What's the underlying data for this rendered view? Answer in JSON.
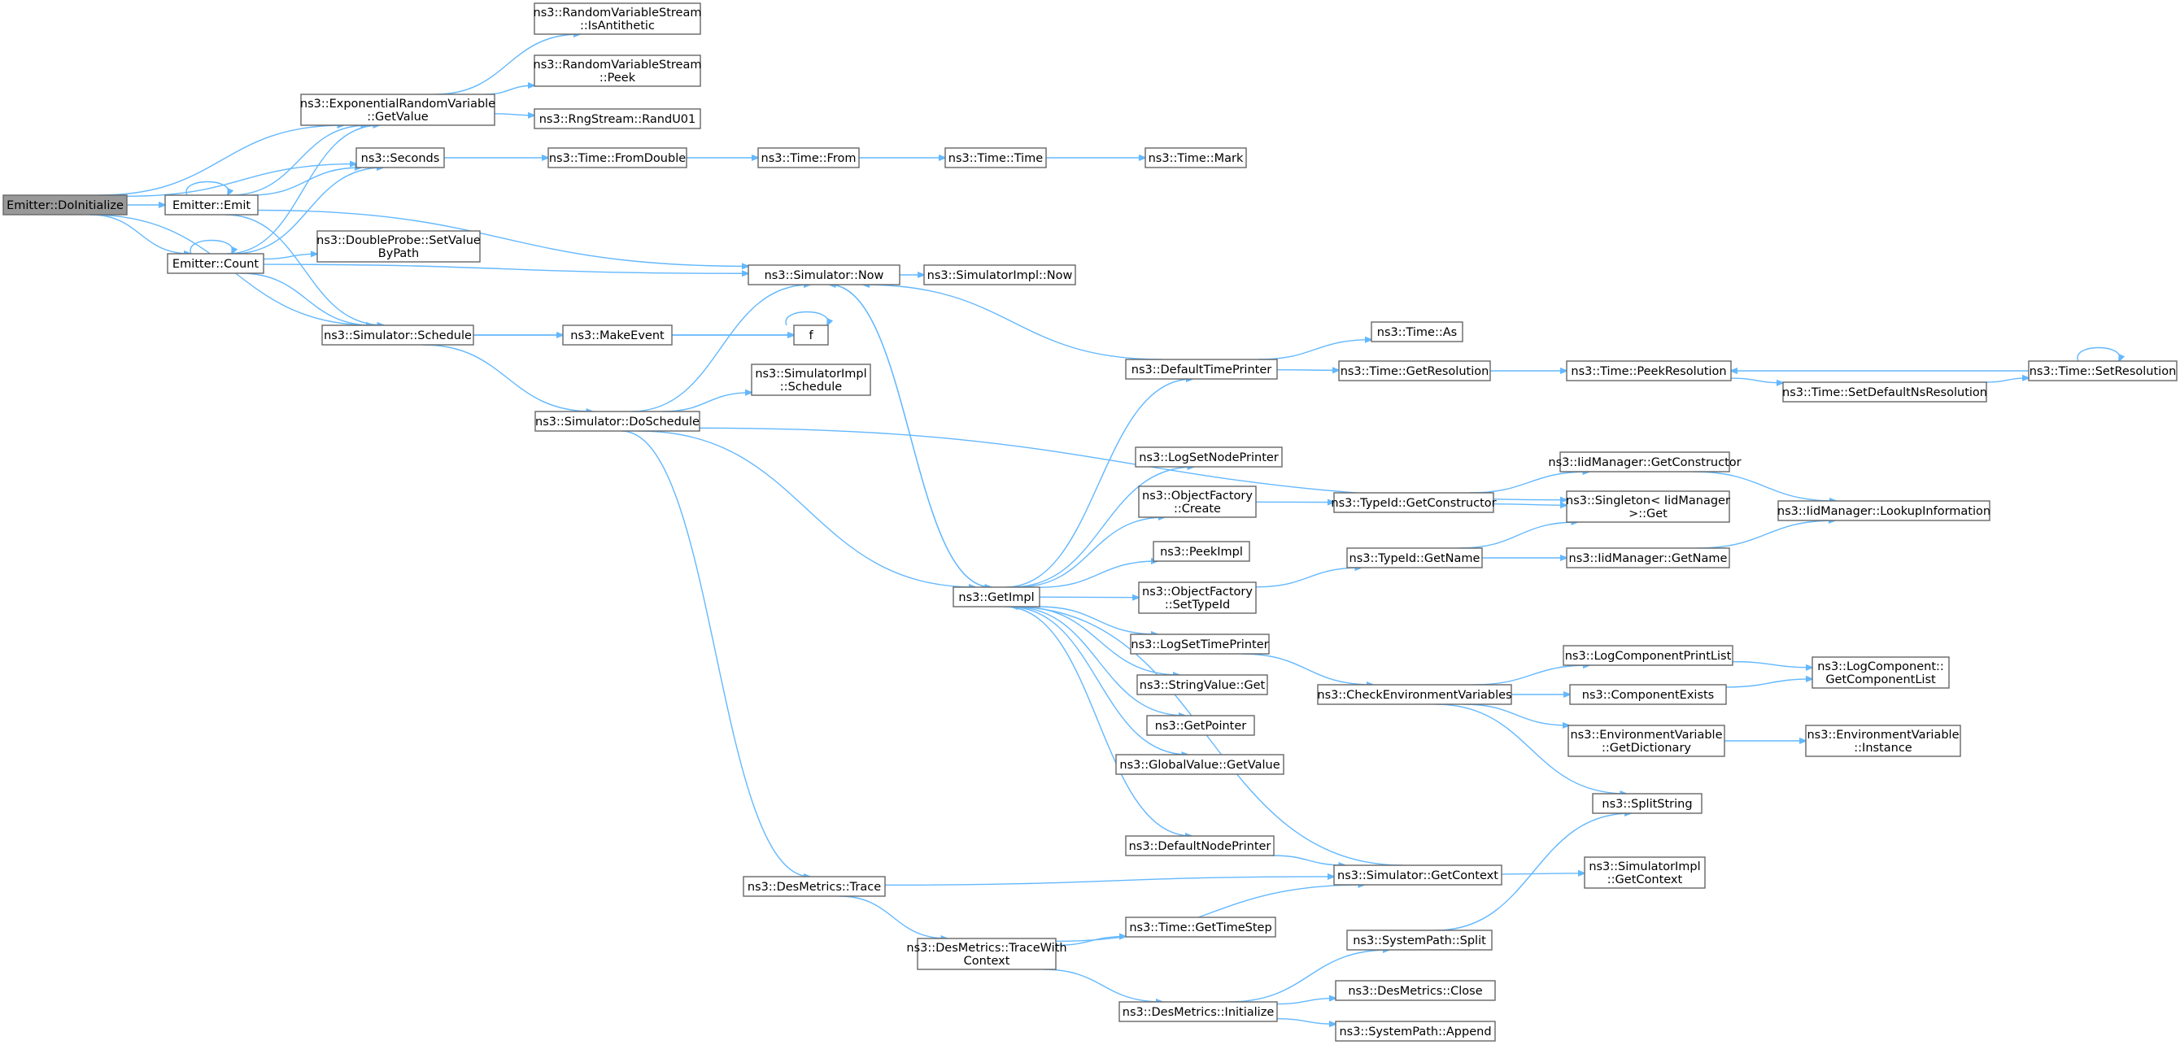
{
  "graph": {
    "nodes": [
      {
        "id": "root",
        "lines": [
          "Emitter::DoInitialize"
        ],
        "root": true
      },
      {
        "id": "erv_getvalue",
        "lines": [
          "ns3::ExponentialRandomVariable",
          "::GetValue"
        ]
      },
      {
        "id": "rvs_isanti",
        "lines": [
          "ns3::RandomVariableStream",
          "::IsAntithetic"
        ]
      },
      {
        "id": "rvs_peek",
        "lines": [
          "ns3::RandomVariableStream",
          "::Peek"
        ]
      },
      {
        "id": "rng_randu01",
        "lines": [
          "ns3::RngStream::RandU01"
        ]
      },
      {
        "id": "seconds",
        "lines": [
          "ns3::Seconds"
        ]
      },
      {
        "id": "time_fromdouble",
        "lines": [
          "ns3::Time::FromDouble"
        ]
      },
      {
        "id": "time_from",
        "lines": [
          "ns3::Time::From"
        ]
      },
      {
        "id": "time_time",
        "lines": [
          "ns3::Time::Time"
        ]
      },
      {
        "id": "time_mark",
        "lines": [
          "ns3::Time::Mark"
        ]
      },
      {
        "id": "emit",
        "lines": [
          "Emitter::Emit"
        ]
      },
      {
        "id": "count",
        "lines": [
          "Emitter::Count"
        ]
      },
      {
        "id": "dp_setvalue",
        "lines": [
          "ns3::DoubleProbe::SetValue",
          "ByPath"
        ]
      },
      {
        "id": "sim_now",
        "lines": [
          "ns3::Simulator::Now"
        ]
      },
      {
        "id": "simimpl_now",
        "lines": [
          "ns3::SimulatorImpl::Now"
        ]
      },
      {
        "id": "sim_schedule",
        "lines": [
          "ns3::Simulator::Schedule"
        ]
      },
      {
        "id": "makeevent",
        "lines": [
          "ns3::MakeEvent"
        ]
      },
      {
        "id": "f",
        "lines": [
          "f"
        ]
      },
      {
        "id": "simimpl_schedule",
        "lines": [
          "ns3::SimulatorImpl",
          "::Schedule"
        ]
      },
      {
        "id": "sim_doschedule",
        "lines": [
          "ns3::Simulator::DoSchedule"
        ]
      },
      {
        "id": "defaulttimeprinter",
        "lines": [
          "ns3::DefaultTimePrinter"
        ]
      },
      {
        "id": "time_as",
        "lines": [
          "ns3::Time::As"
        ]
      },
      {
        "id": "time_getres",
        "lines": [
          "ns3::Time::GetResolution"
        ]
      },
      {
        "id": "time_peekres",
        "lines": [
          "ns3::Time::PeekResolution"
        ]
      },
      {
        "id": "time_setres",
        "lines": [
          "ns3::Time::SetResolution"
        ]
      },
      {
        "id": "time_setdefns",
        "lines": [
          "ns3::Time::SetDefaultNsResolution"
        ]
      },
      {
        "id": "logsetnodeprinter",
        "lines": [
          "ns3::LogSetNodePrinter"
        ]
      },
      {
        "id": "iid_getconstructor",
        "lines": [
          "ns3::IidManager::GetConstructor"
        ]
      },
      {
        "id": "of_create",
        "lines": [
          "ns3::ObjectFactory",
          "::Create"
        ]
      },
      {
        "id": "typeid_getconstructor",
        "lines": [
          "ns3::TypeId::GetConstructor"
        ]
      },
      {
        "id": "singleton_get",
        "lines": [
          "ns3::Singleton< IidManager",
          ">::Get"
        ]
      },
      {
        "id": "iid_lookup",
        "lines": [
          "ns3::IidManager::LookupInformation"
        ]
      },
      {
        "id": "peekimpl",
        "lines": [
          "ns3::PeekImpl"
        ]
      },
      {
        "id": "getimpl",
        "lines": [
          "ns3::GetImpl"
        ]
      },
      {
        "id": "of_settypeid",
        "lines": [
          "ns3::ObjectFactory",
          "::SetTypeId"
        ]
      },
      {
        "id": "typeid_getname",
        "lines": [
          "ns3::TypeId::GetName"
        ]
      },
      {
        "id": "iid_getname",
        "lines": [
          "ns3::IidManager::GetName"
        ]
      },
      {
        "id": "logsettimeprinter",
        "lines": [
          "ns3::LogSetTimePrinter"
        ]
      },
      {
        "id": "logcompprintlist",
        "lines": [
          "ns3::LogComponentPrintList"
        ]
      },
      {
        "id": "logcomp_getlist",
        "lines": [
          "ns3::LogComponent::",
          "GetComponentList"
        ]
      },
      {
        "id": "stringvalue_get",
        "lines": [
          "ns3::StringValue::Get"
        ]
      },
      {
        "id": "checkenv",
        "lines": [
          "ns3::CheckEnvironmentVariables"
        ]
      },
      {
        "id": "componentexists",
        "lines": [
          "ns3::ComponentExists"
        ]
      },
      {
        "id": "getpointer",
        "lines": [
          "ns3::GetPointer"
        ]
      },
      {
        "id": "envvar_getdict",
        "lines": [
          "ns3::EnvironmentVariable",
          "::GetDictionary"
        ]
      },
      {
        "id": "envvar_instance",
        "lines": [
          "ns3::EnvironmentVariable",
          "::Instance"
        ]
      },
      {
        "id": "globalvalue_getvalue",
        "lines": [
          "ns3::GlobalValue::GetValue"
        ]
      },
      {
        "id": "splitstring",
        "lines": [
          "ns3::SplitString"
        ]
      },
      {
        "id": "defaultnodeprinter",
        "lines": [
          "ns3::DefaultNodePrinter"
        ]
      },
      {
        "id": "sim_getcontext",
        "lines": [
          "ns3::Simulator::GetContext"
        ]
      },
      {
        "id": "simimpl_getcontext",
        "lines": [
          "ns3::SimulatorImpl",
          "::GetContext"
        ]
      },
      {
        "id": "desmetrics_trace",
        "lines": [
          "ns3::DesMetrics::Trace"
        ]
      },
      {
        "id": "time_gettimestep",
        "lines": [
          "ns3::Time::GetTimeStep"
        ]
      },
      {
        "id": "desmetrics_tracewith",
        "lines": [
          "ns3::DesMetrics::TraceWith",
          "Context"
        ]
      },
      {
        "id": "systempath_split",
        "lines": [
          "ns3::SystemPath::Split"
        ]
      },
      {
        "id": "desmetrics_init",
        "lines": [
          "ns3::DesMetrics::Initialize"
        ]
      },
      {
        "id": "desmetrics_close",
        "lines": [
          "ns3::DesMetrics::Close"
        ]
      },
      {
        "id": "systempath_append",
        "lines": [
          "ns3::SystemPath::Append"
        ]
      }
    ],
    "edges": [
      [
        "root",
        "erv_getvalue"
      ],
      [
        "root",
        "seconds"
      ],
      [
        "root",
        "emit"
      ],
      [
        "root",
        "count"
      ],
      [
        "root",
        "sim_schedule"
      ],
      [
        "erv_getvalue",
        "rvs_isanti"
      ],
      [
        "erv_getvalue",
        "rvs_peek"
      ],
      [
        "erv_getvalue",
        "rng_randu01"
      ],
      [
        "seconds",
        "time_fromdouble"
      ],
      [
        "time_fromdouble",
        "time_from"
      ],
      [
        "time_from",
        "time_time"
      ],
      [
        "time_time",
        "time_mark"
      ],
      [
        "emit",
        "emit"
      ],
      [
        "emit",
        "erv_getvalue"
      ],
      [
        "emit",
        "seconds"
      ],
      [
        "emit",
        "sim_now"
      ],
      [
        "emit",
        "sim_schedule"
      ],
      [
        "count",
        "count"
      ],
      [
        "count",
        "erv_getvalue"
      ],
      [
        "count",
        "seconds"
      ],
      [
        "count",
        "dp_setvalue"
      ],
      [
        "count",
        "sim_now"
      ],
      [
        "count",
        "sim_schedule"
      ],
      [
        "sim_now",
        "simimpl_now"
      ],
      [
        "sim_now",
        "getimpl"
      ],
      [
        "sim_schedule",
        "makeevent"
      ],
      [
        "sim_schedule",
        "f"
      ],
      [
        "sim_schedule",
        "sim_doschedule"
      ],
      [
        "makeevent",
        "f"
      ],
      [
        "f",
        "f"
      ],
      [
        "sim_doschedule",
        "sim_now"
      ],
      [
        "sim_doschedule",
        "simimpl_schedule"
      ],
      [
        "sim_doschedule",
        "singleton_get"
      ],
      [
        "sim_doschedule",
        "getimpl"
      ],
      [
        "sim_doschedule",
        "desmetrics_trace"
      ],
      [
        "defaulttimeprinter",
        "sim_now"
      ],
      [
        "defaulttimeprinter",
        "time_as"
      ],
      [
        "defaulttimeprinter",
        "time_getres"
      ],
      [
        "time_getres",
        "time_peekres"
      ],
      [
        "time_peekres",
        "time_setdefns"
      ],
      [
        "time_setdefns",
        "time_setres"
      ],
      [
        "time_setres",
        "time_peekres"
      ],
      [
        "time_setres",
        "time_setres"
      ],
      [
        "getimpl",
        "defaulttimeprinter"
      ],
      [
        "getimpl",
        "logsetnodeprinter"
      ],
      [
        "getimpl",
        "of_create"
      ],
      [
        "getimpl",
        "peekimpl"
      ],
      [
        "getimpl",
        "of_settypeid"
      ],
      [
        "getimpl",
        "logsettimeprinter"
      ],
      [
        "getimpl",
        "stringvalue_get"
      ],
      [
        "getimpl",
        "getpointer"
      ],
      [
        "getimpl",
        "globalvalue_getvalue"
      ],
      [
        "getimpl",
        "defaultnodeprinter"
      ],
      [
        "getimpl",
        "sim_now"
      ],
      [
        "of_create",
        "typeid_getconstructor"
      ],
      [
        "typeid_getconstructor",
        "iid_getconstructor"
      ],
      [
        "typeid_getconstructor",
        "singleton_get"
      ],
      [
        "iid_getconstructor",
        "iid_lookup"
      ],
      [
        "of_settypeid",
        "typeid_getname"
      ],
      [
        "typeid_getname",
        "singleton_get"
      ],
      [
        "typeid_getname",
        "iid_getname"
      ],
      [
        "iid_getname",
        "iid_lookup"
      ],
      [
        "logsettimeprinter",
        "checkenv"
      ],
      [
        "checkenv",
        "logcompprintlist"
      ],
      [
        "checkenv",
        "componentexists"
      ],
      [
        "checkenv",
        "envvar_getdict"
      ],
      [
        "checkenv",
        "splitstring"
      ],
      [
        "logcompprintlist",
        "logcomp_getlist"
      ],
      [
        "componentexists",
        "logcomp_getlist"
      ],
      [
        "envvar_getdict",
        "envvar_instance"
      ],
      [
        "defaultnodeprinter",
        "sim_getcontext"
      ],
      [
        "sim_getcontext",
        "getimpl"
      ],
      [
        "sim_getcontext",
        "simimpl_getcontext"
      ],
      [
        "desmetrics_trace",
        "sim_getcontext"
      ],
      [
        "desmetrics_trace",
        "desmetrics_tracewith"
      ],
      [
        "desmetrics_tracewith",
        "time_gettimestep"
      ],
      [
        "desmetrics_tracewith",
        "sim_getcontext"
      ],
      [
        "desmetrics_tracewith",
        "desmetrics_init"
      ],
      [
        "desmetrics_init",
        "systempath_split"
      ],
      [
        "desmetrics_init",
        "desmetrics_close"
      ],
      [
        "desmetrics_init",
        "systempath_append"
      ],
      [
        "systempath_split",
        "splitstring"
      ]
    ]
  }
}
